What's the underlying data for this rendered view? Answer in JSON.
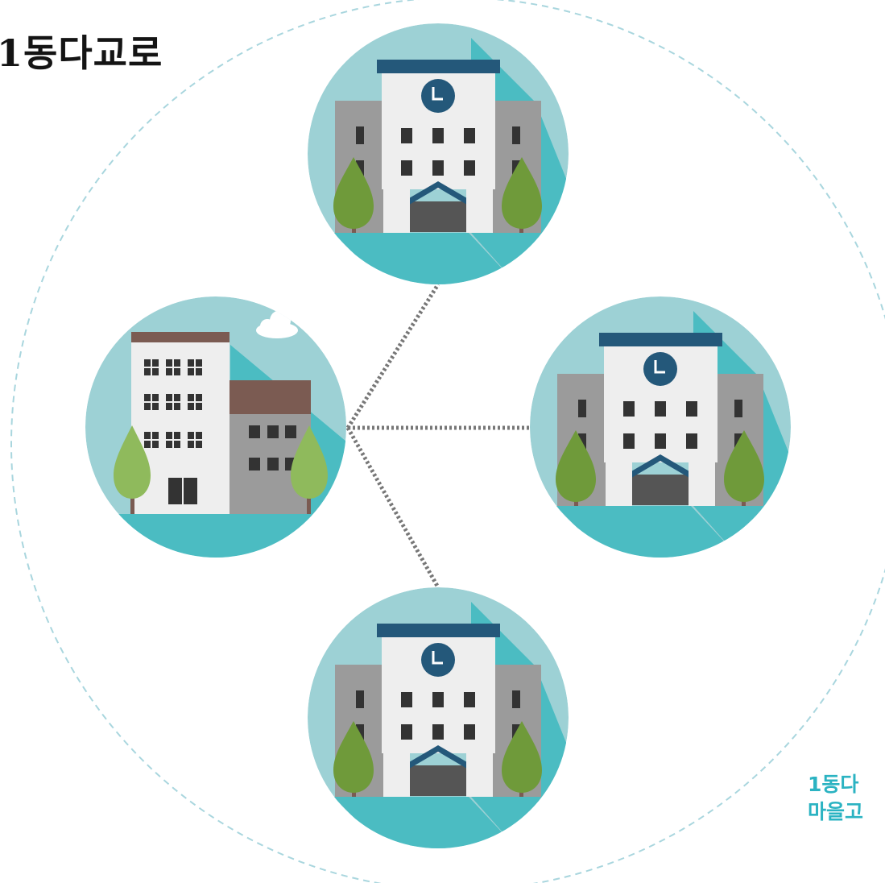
{
  "title": "1동다교로",
  "caption": {
    "line1": "1동다",
    "line2": "마을고"
  },
  "colors": {
    "circle": "#9dd1d5",
    "dashed_ring": "#a9d6de",
    "connector": "#777777",
    "accent_text": "#2bb3c2",
    "roof_blue": "#24587a",
    "brown": "#7b5b52",
    "tree_dark": "#6f9a3a",
    "tree_light": "#8fba5c"
  },
  "nodes": [
    {
      "name": "school-top",
      "icon": "school-building-icon"
    },
    {
      "name": "apartment-left",
      "icon": "apartment-building-icon"
    },
    {
      "name": "school-right",
      "icon": "school-building-icon"
    },
    {
      "name": "school-bottom",
      "icon": "school-building-icon"
    }
  ]
}
